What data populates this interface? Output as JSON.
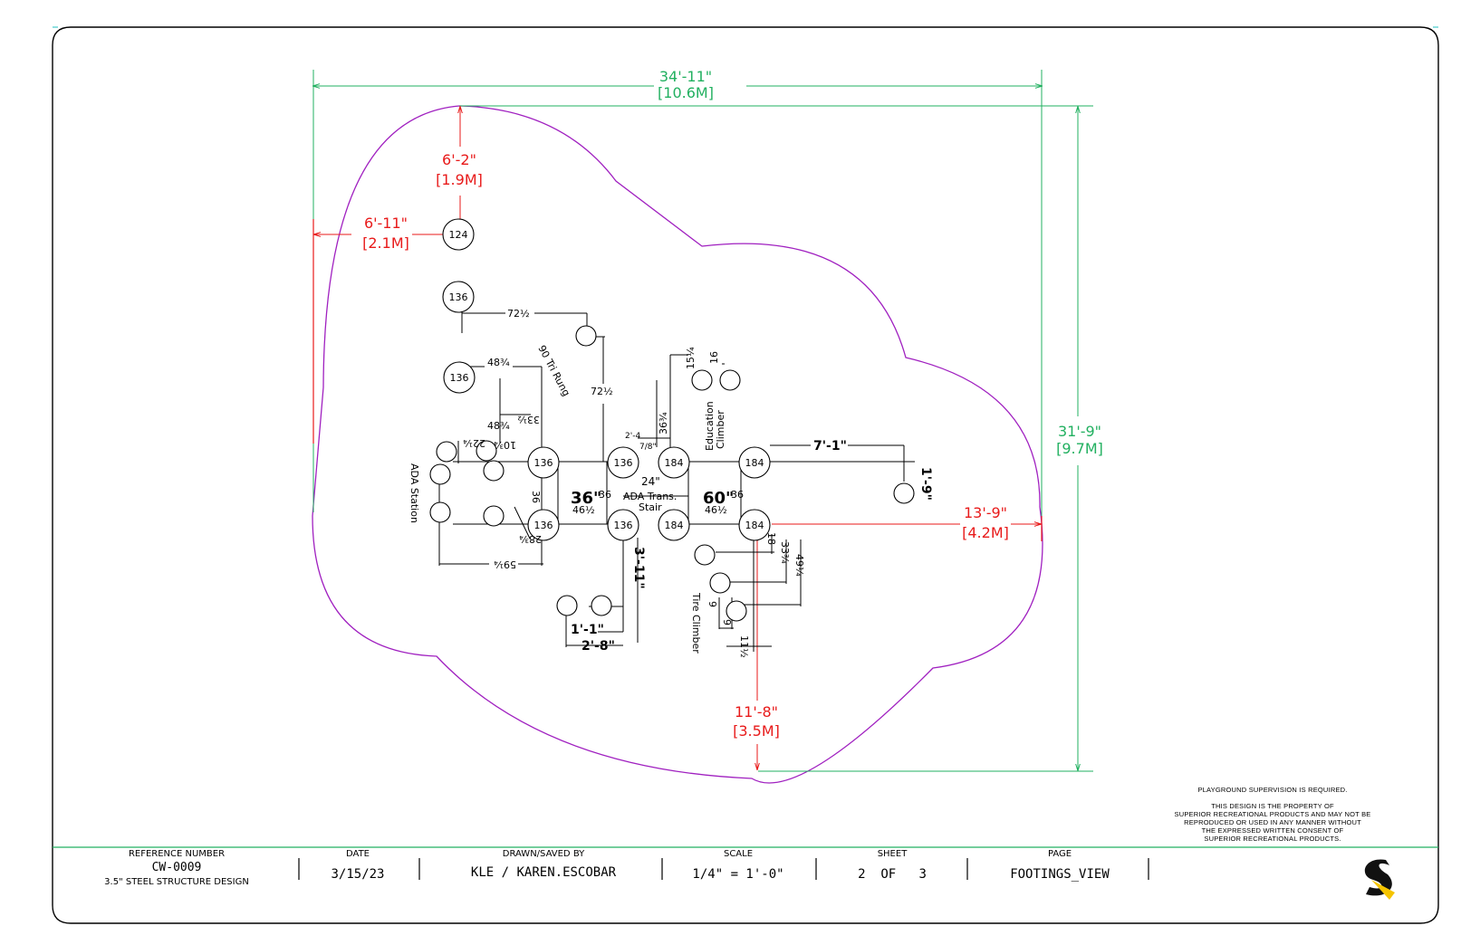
{
  "colors": {
    "outline": "#a020c0",
    "overall_dim": "#22b060",
    "clearance_dim": "#e81a1a",
    "detail": "#000000",
    "logo_yellow": "#f5c400"
  },
  "overall_dims": {
    "width_ft": "34'-11\"",
    "width_m": "[10.6M]",
    "depth_ft": "31'-9\"",
    "depth_m": "[9.7M]"
  },
  "clearance_dims": {
    "top_ft": "6'-2\"",
    "top_m": "[1.9M]",
    "left_ft": "6'-11\"",
    "left_m": "[2.1M]",
    "right_ft": "13'-9\"",
    "right_m": "[4.2M]",
    "bottom_ft": "11'-8\"",
    "bottom_m": "[3.5M]"
  },
  "footing_labels": {
    "f124": "124",
    "f136_a": "136",
    "f136_b": "136",
    "f136_c": "136",
    "f136_d": "136",
    "f136_e": "136",
    "f136_f": "136",
    "f184_a": "184",
    "f184_b": "184",
    "f184_c": "184",
    "f184_d": "184"
  },
  "components": {
    "tri_rung": "90 Tri Rung",
    "education_climber_1": "Education",
    "education_climber_2": "Climber",
    "ada_station": "ADA Station",
    "ada_trans_stair_1": "ADA Trans.",
    "ada_trans_stair_2": "Stair",
    "tire_climber": "Tire Climber"
  },
  "detail_dims": {
    "d72_h": "72½",
    "d72_v": "72½",
    "d48_top": "48¾",
    "d48_mid": "48¾",
    "d33_top": "33½",
    "d10": "10¾",
    "d22": "22¼",
    "d2_4": "2'-4",
    "d7_8": "7/8\"",
    "d36_left": "36",
    "d36_center": "36\"",
    "d36_small": "36",
    "d46_left": "46½",
    "d24": "24\"",
    "d60": "60\"",
    "d36_right": "36",
    "d46_right": "46½",
    "d28": "28¾",
    "d59": "59¼",
    "d3_11": "3'-11\"",
    "d1_1": "1'-1\"",
    "d2_8": "2'-8\"",
    "d15": "15¼",
    "d16": "16",
    "d36_edu": "36¾",
    "d7_1": "7'-1\"",
    "d1_9": "1'-9\"",
    "d18": "18",
    "d33_right": "33¾",
    "d49": "49¼",
    "d9_a": "9",
    "d9_b": "9",
    "d11": "11½"
  },
  "notes": {
    "supervision": "PLAYGROUND SUPERVISION IS REQUIRED.",
    "property_1": "THIS DESIGN IS THE PROPERTY OF",
    "property_2": "SUPERIOR RECREATIONAL PRODUCTS AND MAY NOT BE",
    "property_3": "REPRODUCED OR USED IN ANY MANNER WITHOUT",
    "property_4": "THE EXPRESSED WRITTEN CONSENT OF",
    "property_5": "SUPERIOR RECREATIONAL PRODUCTS."
  },
  "title_block": {
    "reference_label": "REFERENCE NUMBER",
    "reference_value": "CW-0009",
    "reference_desc": "3.5\" STEEL STRUCTURE DESIGN",
    "date_label": "DATE",
    "date_value": "3/15/23",
    "drawn_label": "DRAWN/SAVED BY",
    "drawn_value": "KLE / KAREN.ESCOBAR",
    "scale_label": "SCALE",
    "scale_value": "1/4\" = 1'-0\"",
    "sheet_label": "SHEET",
    "sheet_value": "2  OF   3",
    "page_label": "PAGE",
    "page_value": "FOOTINGS_VIEW"
  }
}
